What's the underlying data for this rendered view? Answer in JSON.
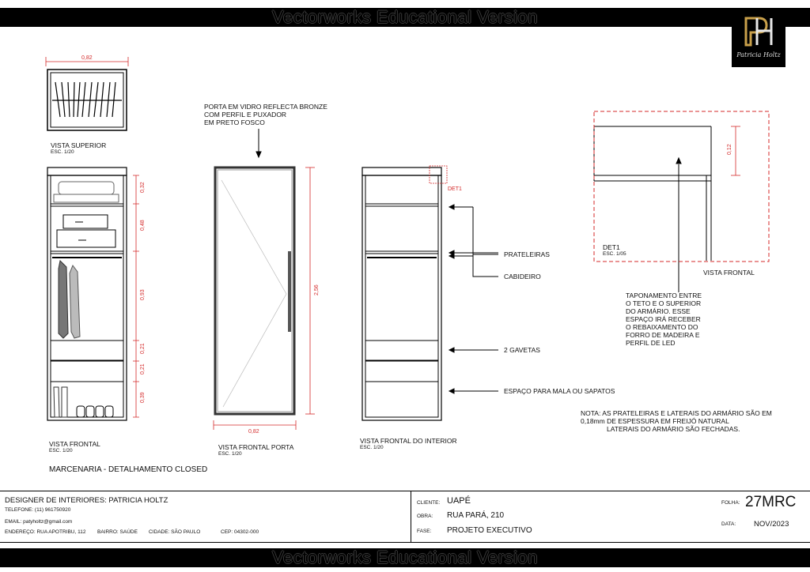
{
  "watermark": "Vectorworks Educational Version",
  "logo": {
    "signature": "Patricia Holtz"
  },
  "views": {
    "top_view": {
      "title": "VISTA SUPERIOR",
      "scale": "ESC. 1/20",
      "dim_width": "0,82"
    },
    "front_view": {
      "title": "VISTA FRONTAL",
      "scale": "ESC. 1/20",
      "dims": [
        "0,32",
        "0,48",
        "0,93",
        "0,21",
        "0,21",
        "0,39"
      ]
    },
    "door_view": {
      "title": "VISTA FRONTAL PORTA",
      "scale": "ESC. 1/20",
      "dim_width": "0,82",
      "dim_height": "2,56",
      "note_lines": [
        "PORTA EM VIDRO REFLECTA BRONZE",
        "COM PERFIL E PUXADOR",
        "EM PRETO FOSCO"
      ]
    },
    "interior_view": {
      "title": "VISTA FRONTAL DO INTERIOR",
      "scale": "ESC. 1/20",
      "det_marker": "DET1",
      "labels": {
        "shelves": "PRATELEIRAS",
        "rod": "CABIDEIRO",
        "drawers": "2 GAVETAS",
        "space": "ESPAÇO PARA MALA OU SAPATOS"
      }
    },
    "detail": {
      "title": "DET1",
      "scale": "ESC. 1/05",
      "dim": "0,12",
      "view_label": "VISTA FRONTAL",
      "note_lines": [
        "TAPONAMENTO ENTRE",
        "O TETO E O SUPERIOR",
        "DO ARMÁRIO. ESSE",
        "ESPAÇO IRÁ RECEBER",
        "O REBAIXAMENTO DO",
        "FORRO DE MADEIRA E",
        "PERFIL DE LED"
      ]
    }
  },
  "note_lines": [
    "NOTA: AS PRATELEIRAS E LATERAIS DO ARMÁRIO SÃO EM",
    "0,18mm DE ESPESSURA EM FREIJÓ NATURAL",
    "LATERAIS DO ARMÁRIO SÃO FECHADAS."
  ],
  "section_title": "MARCENARIA - DETALHAMENTO CLOSED",
  "title_block": {
    "designer": "DESIGNER DE INTERIORES: PATRICIA HOLTZ",
    "phone": "TELEFONE: (11) 961750920",
    "email": "EMAIL: patyholtz@gmail.com",
    "address": "ENDEREÇO: RUA APOTRIBU, 112",
    "district": "BAIRRO: SAÚDE",
    "city": "CIDADE: SÃO PAULO",
    "cep": "CEP: 04302-000",
    "client_label": "CLIENTE:",
    "client": "UAPÉ",
    "work_label": "OBRA:",
    "work": "RUA PARÁ, 210",
    "phase_label": "FASE:",
    "phase": "PROJETO EXECUTIVO",
    "sheet_label": "FOLHA:",
    "sheet": "27MRC",
    "date_label": "DATA:",
    "date": "NOV/2023"
  },
  "colors": {
    "dimension": "#d42a2a",
    "band": "#000000",
    "detail_frame": "#d42a2a"
  }
}
